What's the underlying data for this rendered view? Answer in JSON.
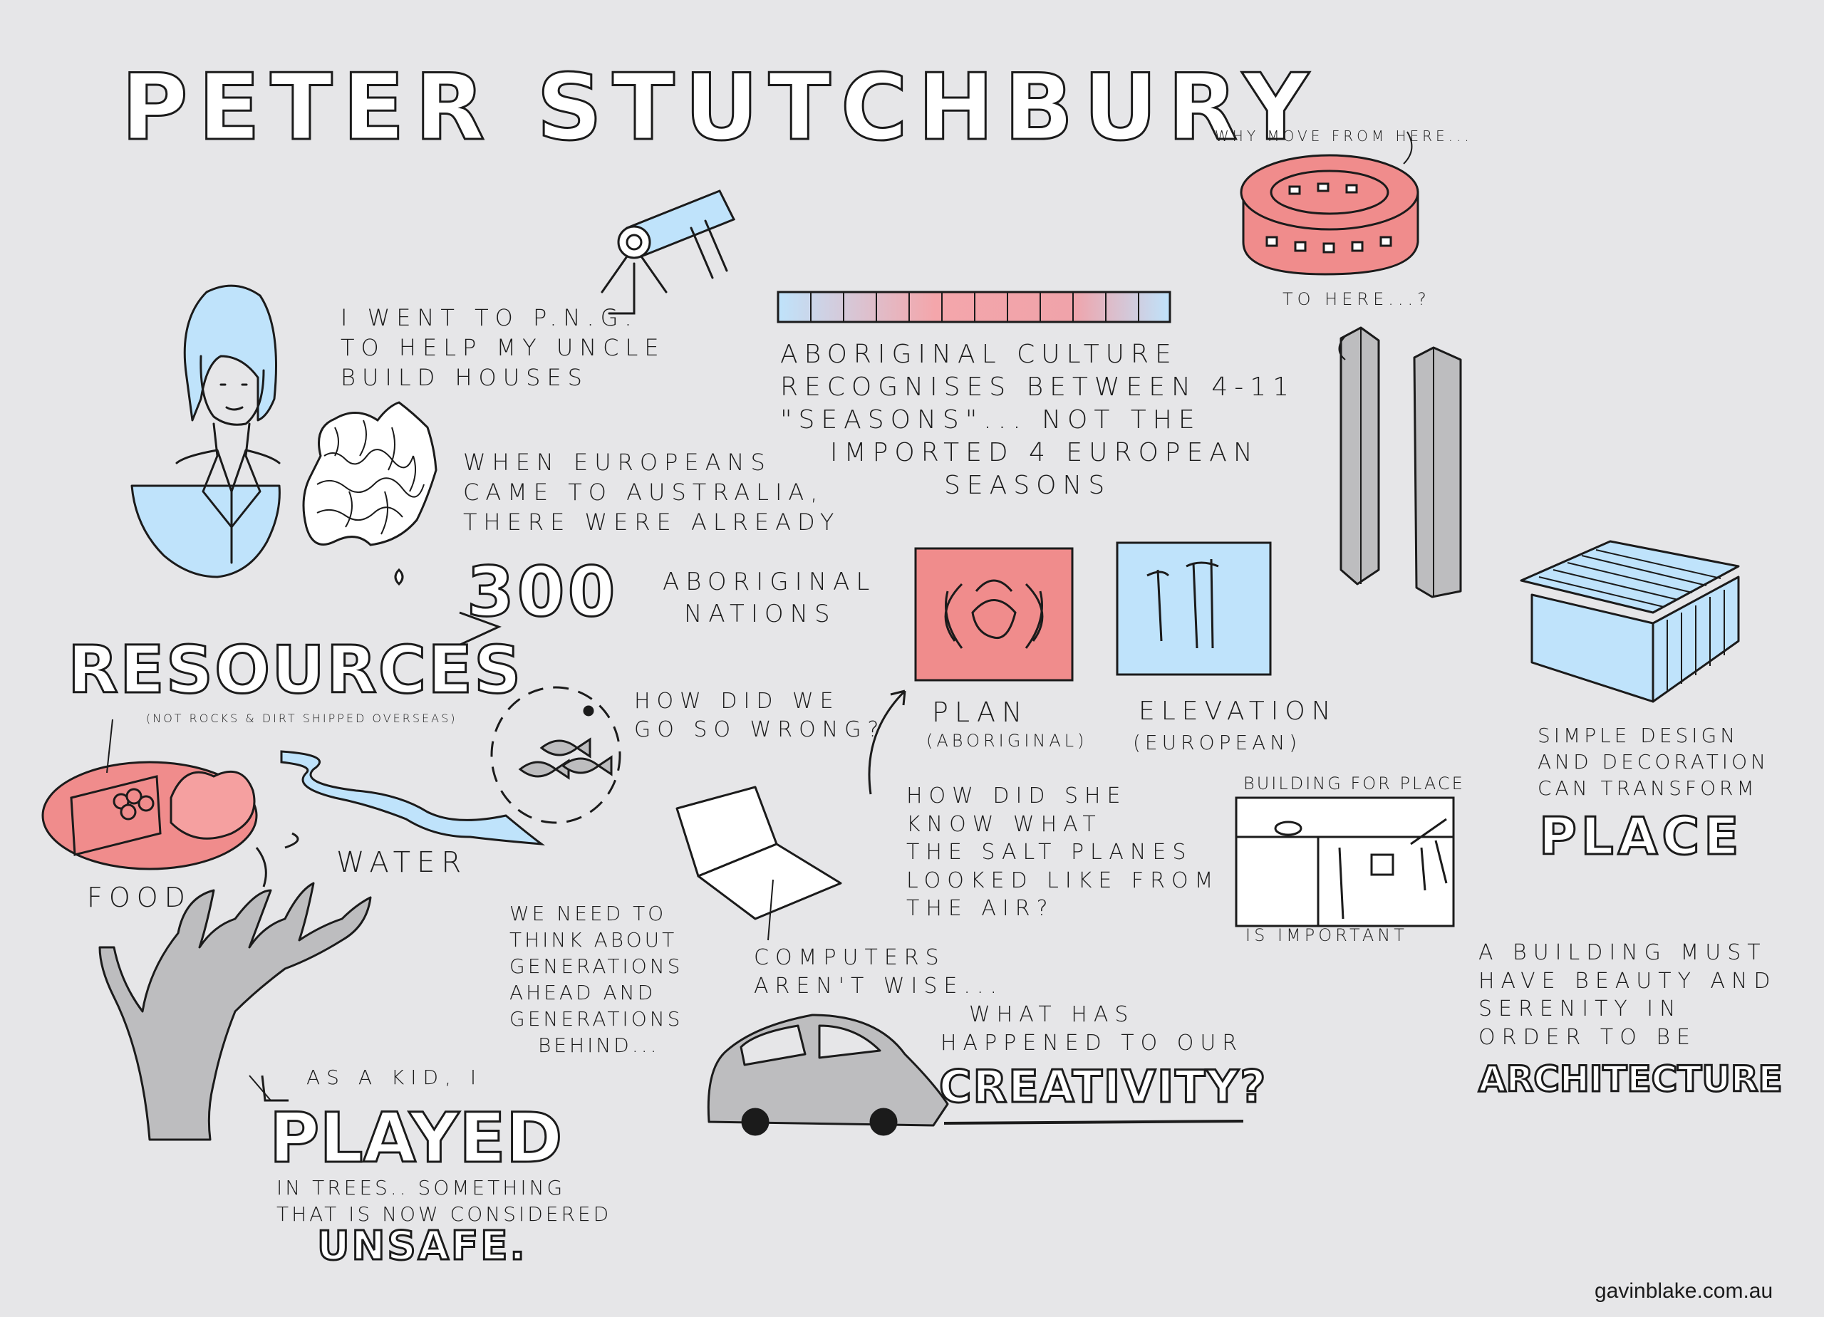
{
  "title": "PETER STUTCHBURY",
  "captions": {
    "png": [
      "I WENT TO P.N.G.",
      "TO HELP MY UNCLE",
      "BUILD HOUSES"
    ],
    "europeans": [
      "WHEN EUROPEANS",
      "CAME TO AUSTRALIA,",
      "THERE WERE ALREADY"
    ],
    "nations_number": "300",
    "nations_text": [
      "ABORIGINAL",
      "NATIONS"
    ],
    "resources": "RESOURCES",
    "resources_note": "(NOT ROCKS & DIRT SHIPPED OVERSEAS)",
    "food": "FOOD",
    "water": "WATER",
    "wrong": [
      "HOW DID WE",
      "GO SO WRONG?"
    ],
    "seasons": [
      "ABORIGINAL CULTURE",
      "RECOGNISES BETWEEN 4-11",
      "\"SEASONS\"... NOT THE",
      "IMPORTED 4 EUROPEAN",
      "SEASONS"
    ],
    "plan": "PLAN",
    "plan_sub": "(ABORIGINAL)",
    "elevation": "ELEVATION",
    "elevation_sub": "(EUROPEAN)",
    "salt": [
      "HOW DID SHE",
      "KNOW WHAT",
      "THE SALT PLANES",
      "LOOKED LIKE FROM",
      "THE AIR?"
    ],
    "generations": [
      "WE NEED TO",
      "THINK ABOUT",
      "GENERATIONS",
      "AHEAD AND",
      "GENERATIONS",
      "BEHIND..."
    ],
    "computers": [
      "COMPUTERS",
      "AREN'T WISE..."
    ],
    "creativity_q": [
      "WHAT HAS",
      "HAPPENED TO OUR"
    ],
    "creativity": "CREATIVITY?",
    "kid": "AS A KID, I",
    "played": "PLAYED",
    "trees": [
      "IN TREES.. SOMETHING",
      "THAT IS NOW CONSIDERED"
    ],
    "unsafe": "UNSAFE.",
    "move_from": "WHY MOVE FROM HERE...",
    "to_here": "TO HERE...?",
    "building_for_place": "BUILDING FOR PLACE",
    "is_important": "IS IMPORTANT",
    "simple_design": [
      "SIMPLE DESIGN",
      "AND DECORATION",
      "CAN TRANSFORM"
    ],
    "place": "PLACE",
    "beauty": [
      "A BUILDING MUST",
      "HAVE BEAUTY AND",
      "SERENITY IN",
      "ORDER TO BE"
    ],
    "architecture": "ARCHITECTURE"
  },
  "credit": "gavinblake.com.au",
  "colors": {
    "background": "#e6e6e8",
    "blue": "#bfe3fb",
    "pink": "#f08c8c",
    "grey": "#bdbdbf",
    "ink": "#1b1b1b"
  }
}
